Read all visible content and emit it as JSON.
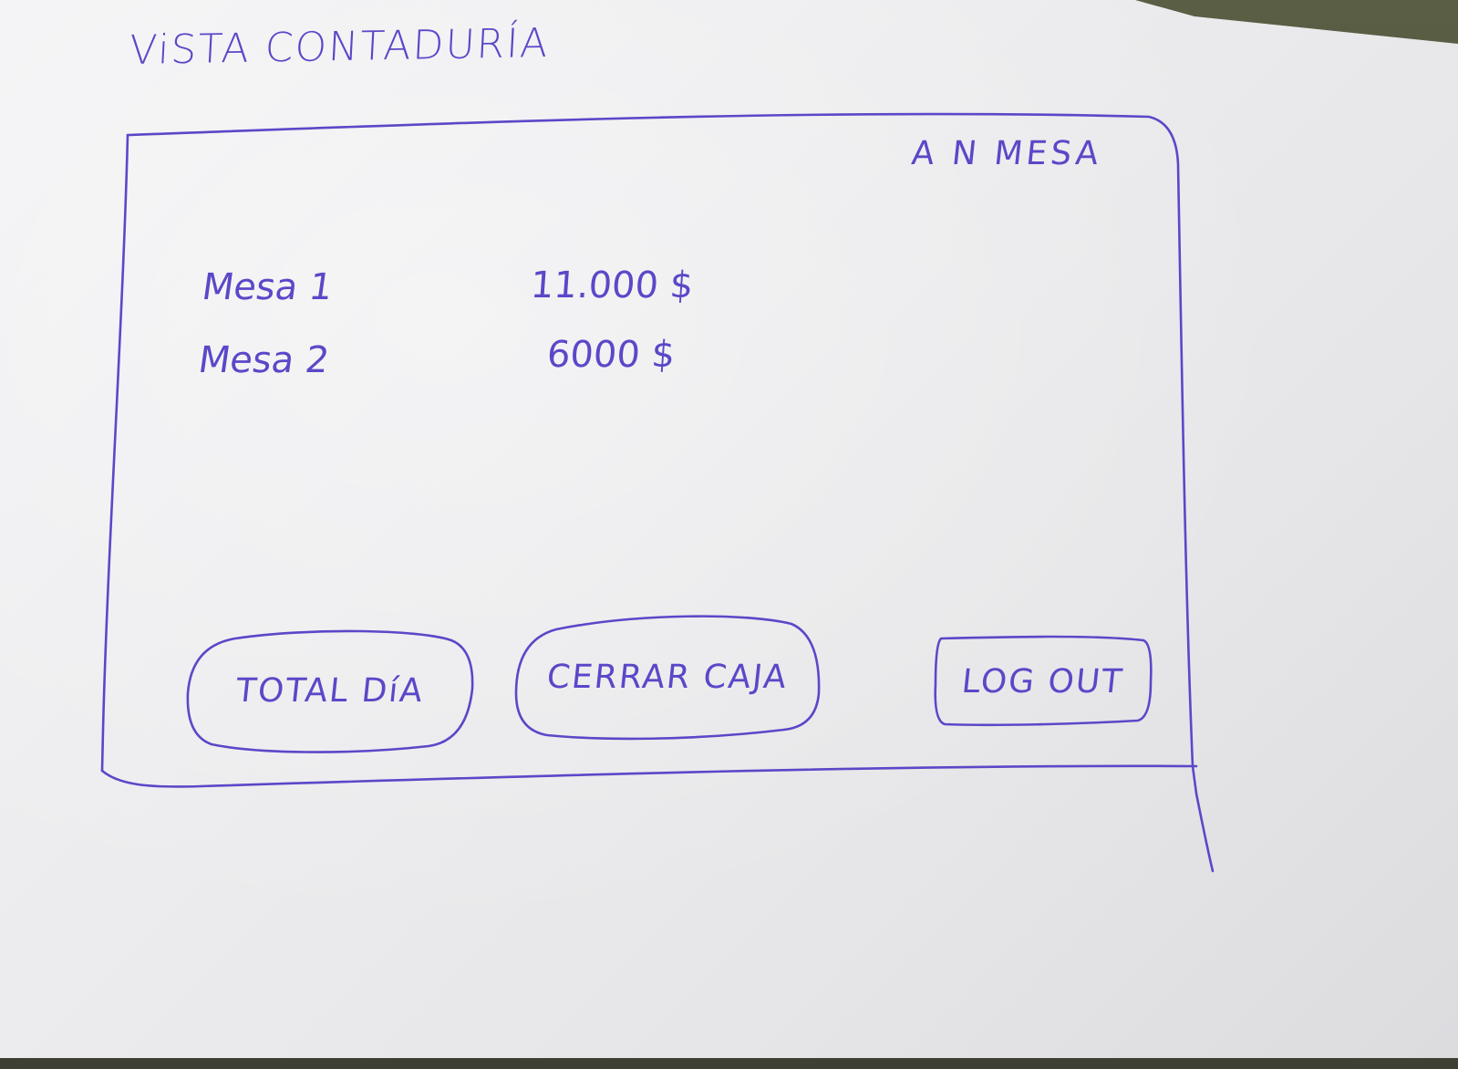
{
  "sketch": {
    "title": "ViSTA CONTADURÍA",
    "ink_color": "#5a48c8"
  },
  "window": {
    "header_label": "A N MESA",
    "rows": [
      {
        "label": "Mesa 1",
        "amount": "11.000 $"
      },
      {
        "label": "Mesa 2",
        "amount": "6000 $"
      }
    ],
    "buttons": {
      "total_dia": "TOTAL DíA",
      "cerrar_caja": "CERRAR CAJA",
      "log_out": "LOG OUT"
    }
  }
}
